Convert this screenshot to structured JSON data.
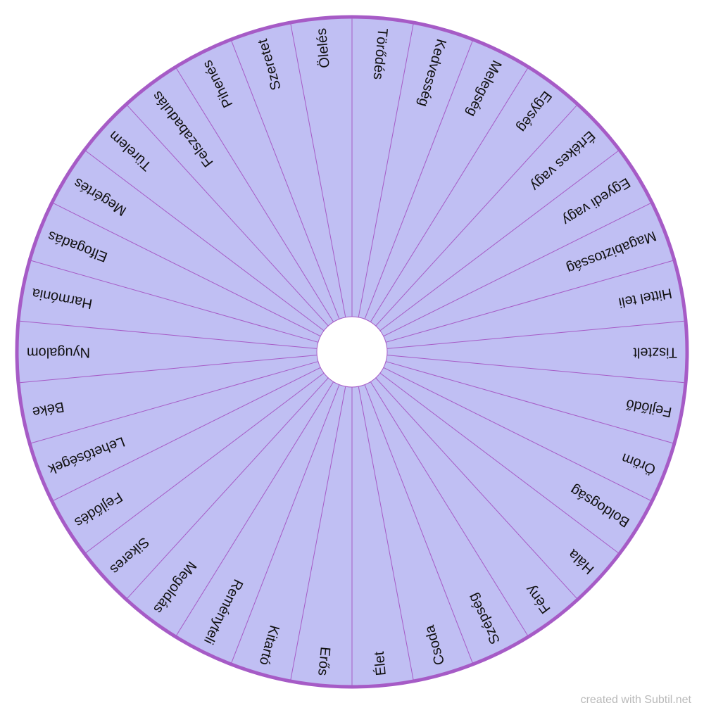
{
  "wheel": {
    "fill": "#c0bff3",
    "border_color": "#a65bc6",
    "divider_color": "#a65bc6",
    "hub_fill": "#ffffff",
    "text_color": "#111111",
    "segments": [
      "Törődés",
      "Kedvesség",
      "Melegség",
      "Egység",
      "Értékes vagy",
      "Egyedi vagy",
      "Magabiztosság",
      "Hittel teli",
      "Tisztelt",
      "Fejlődő",
      "Öröm",
      "Boldogság",
      "Hála",
      "Fény",
      "Szépség",
      "Csoda",
      "Élet",
      "Erős",
      "Kitartó",
      "Reményteli",
      "Megoldás",
      "Sikeres",
      "Fejlődés",
      "Lehetőségek",
      "Béke",
      "Nyugalom",
      "Harmónia",
      "Elfogadás",
      "Megértés",
      "Türelem",
      "Felszabadulás",
      "Pihenés",
      "Szeretet",
      "Ölelés"
    ]
  },
  "watermark": "created with Subtil.net"
}
